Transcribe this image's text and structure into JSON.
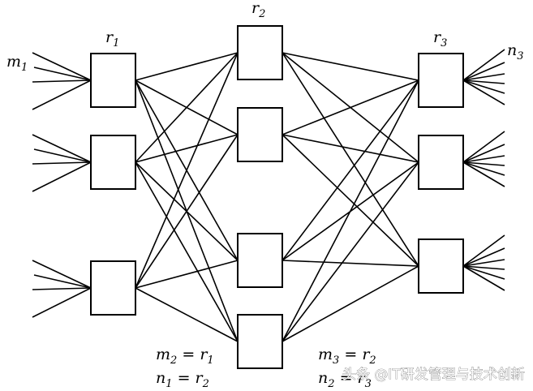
{
  "labels": {
    "r1": {
      "base": "r",
      "sub": "1"
    },
    "r2": {
      "base": "r",
      "sub": "2"
    },
    "r3": {
      "base": "r",
      "sub": "3"
    },
    "m1": {
      "base": "m",
      "sub": "1"
    },
    "n3": {
      "base": "n",
      "sub": "3"
    }
  },
  "equations": {
    "m2": {
      "lhs": "m",
      "lsub": "2",
      "op": " = ",
      "rhs": "r",
      "rsub": "1"
    },
    "n1": {
      "lhs": "n",
      "lsub": "1",
      "op": " = ",
      "rhs": "r",
      "rsub": "2"
    },
    "m3": {
      "lhs": "m",
      "lsub": "3",
      "op": " = ",
      "rhs": "r",
      "rsub": "2"
    },
    "n2": {
      "lhs": "n",
      "lsub": "2",
      "op": " = ",
      "rhs": "r",
      "rsub": "3"
    }
  },
  "watermark": "头条 @IT研发管理与技术创新"
}
